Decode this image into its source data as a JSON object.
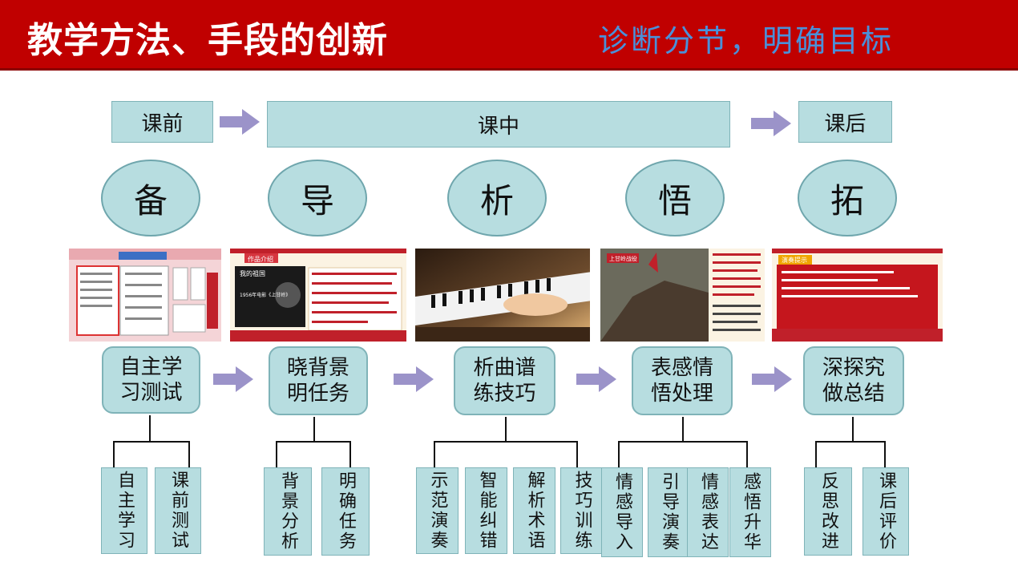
{
  "header": {
    "title": "教学方法、手段的创新",
    "subtitle": "诊断分节，明确目标"
  },
  "phases": {
    "before": "课前",
    "during": "课中",
    "after": "课后"
  },
  "stages": [
    {
      "char": "备",
      "step": "自主学习测试",
      "subs": [
        "自主学习",
        "课前测试"
      ]
    },
    {
      "char": "导",
      "step": "晓背景明任务",
      "subs": [
        "背景分析",
        "明确任务"
      ]
    },
    {
      "char": "析",
      "step": "析曲谱练技巧",
      "subs": [
        "示范演奏",
        "智能纠错",
        "解析术语",
        "技巧训练"
      ]
    },
    {
      "char": "悟",
      "step": "表感情悟处理",
      "subs": [
        "情感导入",
        "引导演奏",
        "情感表达",
        "感悟升华"
      ]
    },
    {
      "char": "拓",
      "step": "深探究做总结",
      "subs": [
        "反思改进",
        "课后评价"
      ]
    }
  ],
  "thumbnails": {
    "t2": {
      "tag": "作品介绍",
      "photo_title": "我的祖国",
      "caption": "1956年电影《上甘岭》"
    },
    "t4": {
      "tag": "上甘岭战役"
    },
    "t5": {
      "tag": "演奏提示"
    }
  },
  "colors": {
    "header": "#c00000",
    "accent": "#4a90d9",
    "box": "#b7dde0",
    "arrow": "#9b93c9"
  }
}
